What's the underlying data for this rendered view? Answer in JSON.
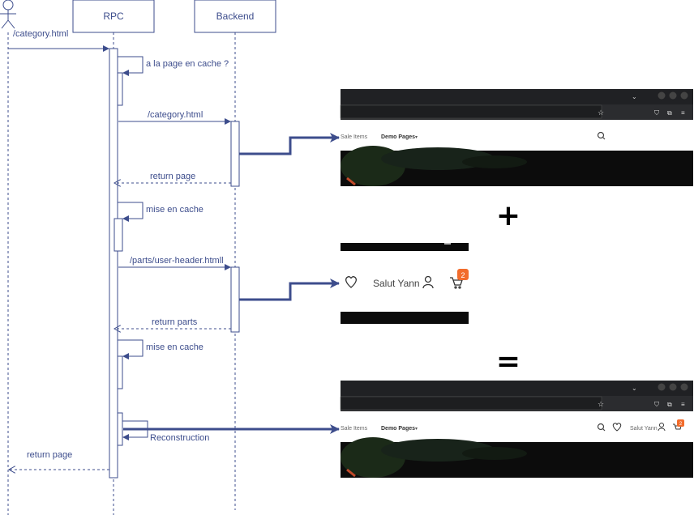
{
  "participants": {
    "rpc": "RPC",
    "backend": "Backend"
  },
  "messages": {
    "m1": "/category.html",
    "m2": "a la page en cache ?",
    "m3": "/category.html",
    "m4": "return page",
    "m5": "mise en cache",
    "m6": "/parts/user-header.htmll",
    "m7": "return parts",
    "m8": "mise en cache",
    "m9": "Reconstruction",
    "m10": "return page"
  },
  "operators": {
    "plus": "+",
    "equals": "="
  },
  "screens": {
    "nav_item_1": "Sale Items",
    "nav_item_2": "Demo Pages",
    "user_greeting": "Salut Yann",
    "cart_count": "2"
  },
  "colors": {
    "diagram_line": "#3d4d8c",
    "browser_chrome": "#202124",
    "cart_badge": "#f26c2c"
  },
  "icons": [
    "user-actor-icon",
    "search-icon",
    "heart-icon",
    "user-icon",
    "cart-icon",
    "shield-icon",
    "puzzle-icon",
    "menu-icon",
    "star-icon"
  ]
}
